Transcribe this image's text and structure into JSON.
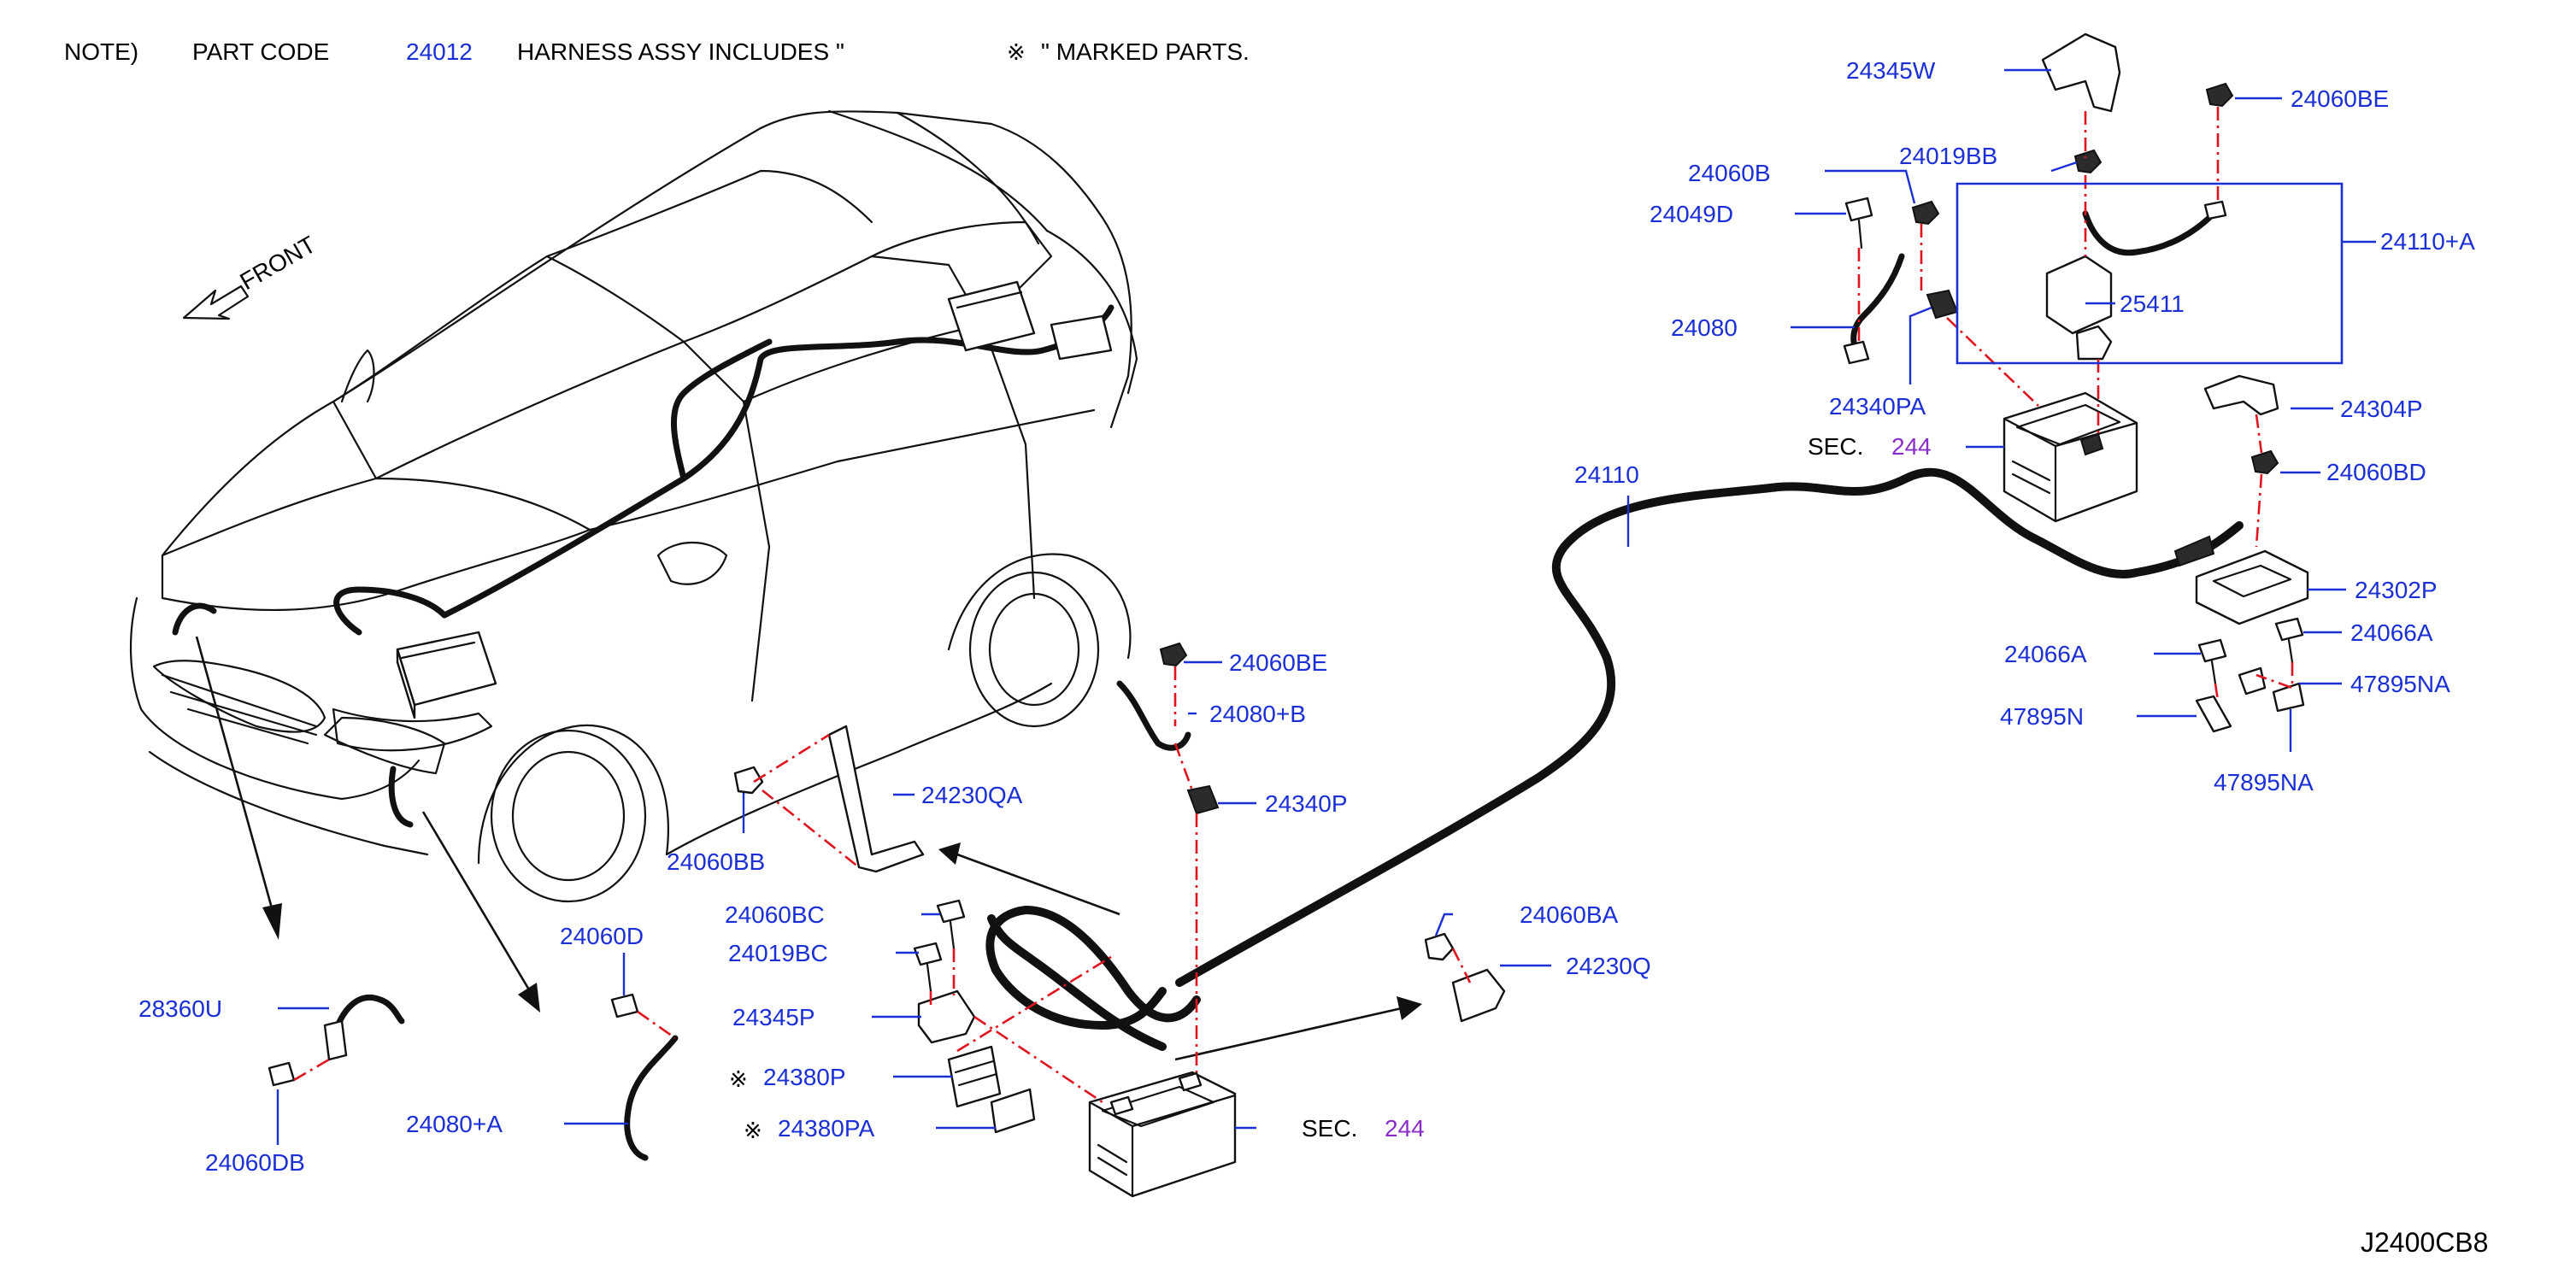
{
  "note": {
    "prefix": "NOTE)",
    "part_code_label": "PART   CODE",
    "part_code": "24012",
    "text_1": "HARNESS   ASSY   INCLUDES   \"",
    "mark": "※",
    "text_2": "\"   MARKED   PARTS."
  },
  "direction_label": "FRONT",
  "diagram_id": "J2400CB8",
  "sec_label": "SEC.",
  "sec_ref": "244",
  "marker": "※",
  "parts": {
    "p24345W": "24345W",
    "p24060BE_top": "24060BE",
    "p24060B": "24060B",
    "p24019BB": "24019BB",
    "p24049D": "24049D",
    "p24110A": "24110+A",
    "p25411": "25411",
    "p24080": "24080",
    "p24340PA": "24340PA",
    "p24304P": "24304P",
    "p24060BD": "24060BD",
    "p24110": "24110",
    "p24302P": "24302P",
    "p24066A_left": "24066A",
    "p24066A_right": "24066A",
    "p47895NA_a": "47895NA",
    "p47895N": "47895N",
    "p47895NA_b": "47895NA",
    "p24060BE_mid": "24060BE",
    "p24080B": "24080+B",
    "p24340P": "24340P",
    "p24230QA": "24230QA",
    "p24060BB": "24060BB",
    "p24060BC": "24060BC",
    "p24019BC": "24019BC",
    "p24345P": "24345P",
    "p24380P": "24380P",
    "p24380PA": "24380PA",
    "p24060BA": "24060BA",
    "p24230Q": "24230Q",
    "p24060D": "24060D",
    "p28360U": "28360U",
    "p24060DB": "24060DB",
    "p24080A": "24080+A"
  }
}
